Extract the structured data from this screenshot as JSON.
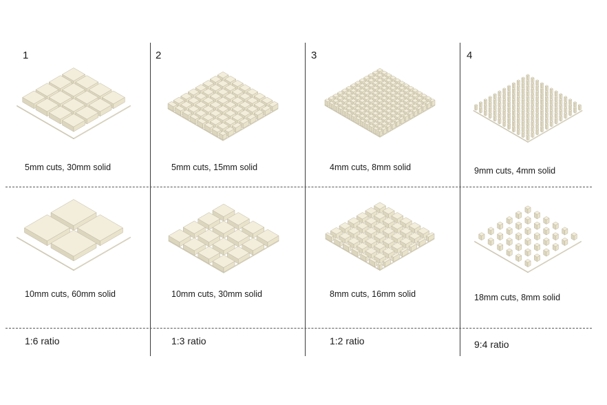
{
  "columns": [
    {
      "number": "1",
      "top_caption": "5mm cuts, 30mm solid",
      "bottom_caption": "10mm cuts, 60mm solid",
      "ratio": "1:6 ratio"
    },
    {
      "number": "2",
      "top_caption": "5mm cuts, 15mm solid",
      "bottom_caption": "10mm cuts, 30mm solid",
      "ratio": "1:3 ratio"
    },
    {
      "number": "3",
      "top_caption": "4mm cuts, 8mm solid",
      "bottom_caption": "8mm cuts, 16mm solid",
      "ratio": "1:2 ratio"
    },
    {
      "number": "4",
      "top_caption": "9mm cuts, 4mm solid",
      "bottom_caption": "18mm cuts, 8mm solid",
      "ratio": "9:4 ratio"
    }
  ],
  "tiles": [
    {
      "cut": 5,
      "solid": 30
    },
    {
      "cut": 5,
      "solid": 15
    },
    {
      "cut": 4,
      "solid": 8
    },
    {
      "cut": 9,
      "solid": 4
    },
    {
      "cut": 10,
      "solid": 60
    },
    {
      "cut": 10,
      "solid": 30
    },
    {
      "cut": 8,
      "solid": 16
    },
    {
      "cut": 18,
      "solid": 8
    }
  ],
  "colors": {
    "block_top": "#f3eedb",
    "block_left": "#dcd6bf",
    "block_right": "#e9e3cc",
    "edge": "#bdb6a0",
    "line": "#3a3a3a"
  }
}
